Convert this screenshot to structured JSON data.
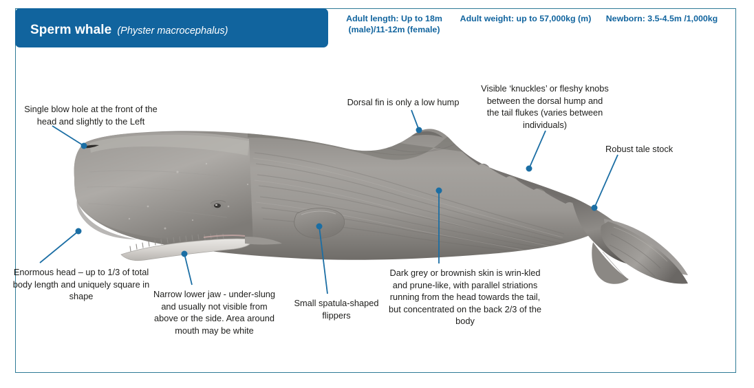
{
  "header": {
    "title": "Sperm whale",
    "latin_name": "(Physter macrocephalus)",
    "bar_color": "#11649e",
    "frame_color": "#2e7a96",
    "stats": [
      {
        "name": "adult-length",
        "text": "Adult length: Up to 18m (male)/11-12m (female)"
      },
      {
        "name": "adult-weight",
        "text": "Adult weight: up to 57,000kg (m)"
      },
      {
        "name": "newborn",
        "text": "Newborn: 3.5-4.5m /1,000kg"
      }
    ]
  },
  "annotations": {
    "blowhole": "Single blow hole at the  front of the head and slightly to the Left",
    "enormous_head": "Enormous head – up to 1/3 of total body length and uniquely square in shape",
    "lower_jaw": "Narrow lower jaw  - under-slung and usually not visible from above or the side.  Area around mouth may be white",
    "flippers": "Small spatula-shaped flippers",
    "skin": "Dark grey or brownish skin is wrin-kled and prune-like, with parallel striations running from the head towards the tail, but concentrated on the back 2/3 of the body",
    "dorsal_fin": "Dorsal fin is only a low hump",
    "knuckles": "Visible ‘knuckles’ or fleshy knobs between the dorsal hump and the tail flukes (varies between individuals)",
    "tail_stock": "Robust tale stock"
  },
  "illustration": {
    "subject": "sperm-whale-lateral-view",
    "leader_line_color": "#1b6ea4",
    "body_color_dark": "#6e6a66",
    "body_color_mid": "#8d8a86",
    "body_color_light": "#b5b2ae"
  }
}
